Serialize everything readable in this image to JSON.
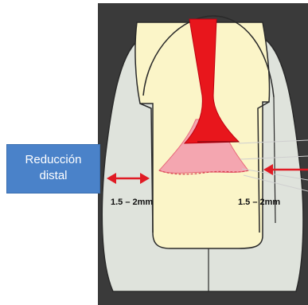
{
  "label": {
    "line1": "Reducción",
    "line2": "distal"
  },
  "measurements": {
    "left": "1.5 – 2mm",
    "right": "1.5 – 2mm"
  },
  "colors": {
    "background_panel": "#3a3a3a",
    "crown_original": "#dfe3dc",
    "preparation": "#fbf5c8",
    "pulp": "#e8161c",
    "pulp_light": "#f08a95",
    "arrow": "#e01b24",
    "label_box": "#4a82c9"
  }
}
